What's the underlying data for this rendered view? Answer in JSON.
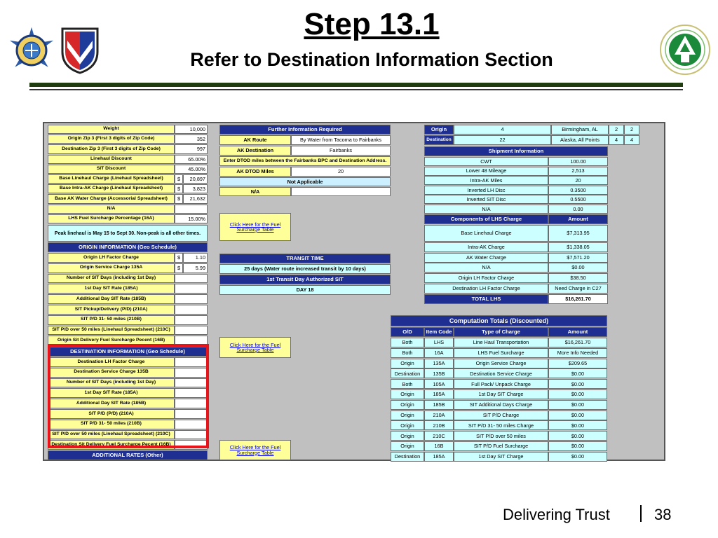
{
  "slide": {
    "title": "Step 13.1",
    "subtitle": "Refer to Destination Information Section",
    "footer_text": "Delivering Trust",
    "page_number": "38"
  },
  "colors": {
    "header_blue": "#1e2f91",
    "input_yellow": "#ffff99",
    "cyan": "#ccffff",
    "highlight_red": "#e8141c",
    "sheet_gray": "#c0c0c0"
  },
  "left": {
    "rows": [
      {
        "label": "Weight",
        "value": "10,000"
      },
      {
        "label": "Origin Zip 3 (First 3 digits of Zip Code)",
        "value": "352"
      },
      {
        "label": "Destination Zip 3 (First 3 digits of Zip Code)",
        "value": "997"
      },
      {
        "label": "Linehaul Discount",
        "value": "65.00%"
      },
      {
        "label": "SIT Discount",
        "value": "45.00%"
      },
      {
        "label": "Base Linehaul Charge (Linehaul Spreadsheet)",
        "dollar": "$",
        "value": "20,897"
      },
      {
        "label": "Base Intra-AK Charge (Linehaul Spreadsheet)",
        "dollar": "$",
        "value": "3,823"
      },
      {
        "label": "Base AK Water Charge (Accessorial Spreadsheet)",
        "dollar": "$",
        "value": "21,632"
      },
      {
        "label": "N/A",
        "value": ""
      },
      {
        "label": "LHS Fuel Surcharge Percentage (16A)",
        "value": "15.00%"
      }
    ],
    "peak_note": "Peak linehaul is May 15 to Sept 30. Non-peak is all other times.",
    "origin_header": "ORIGIN INFORMATION (Geo Schedule)",
    "origin_rows": [
      {
        "label": "Origin LH Factor Charge",
        "dollar": "$",
        "value": "1.10"
      },
      {
        "label": "Origin Service Charge 135A",
        "dollar": "$",
        "value": "5.99"
      },
      {
        "label": "Number of SIT Days (including 1st Day)",
        "value": ""
      },
      {
        "label": "1st Day SIT Rate (185A)",
        "value": ""
      },
      {
        "label": "Additional Day SIT Rate (185B)",
        "value": ""
      },
      {
        "label": "SIT Pickup/Delivery (P/D) (210A)",
        "value": ""
      },
      {
        "label": "SIT P/D 31- 50 miles (210B)",
        "value": ""
      },
      {
        "label": "SIT P/D over 50 miles (Linehaul Spreadsheet) (210C)",
        "value": ""
      },
      {
        "label": "Origin Sit Delivery Fuel Surcharge Pecent (16B)",
        "value": ""
      }
    ],
    "dest_header": "DESTINATION INFORMATION (Geo Schedule)",
    "dest_rows": [
      {
        "label": "Destination LH Factor Charge",
        "value": ""
      },
      {
        "label": "Destination Service Charge 135B",
        "value": ""
      },
      {
        "label": "Number of SIT Days (including 1st Day)",
        "value": ""
      },
      {
        "label": "1st Day SIT Rate (185A)",
        "value": ""
      },
      {
        "label": "Additional Day SIT Rate (185B)",
        "value": ""
      },
      {
        "label": "SIT P/D (P/D) (210A)",
        "value": ""
      },
      {
        "label": "SIT P/D 31- 50 miles (210B)",
        "value": ""
      },
      {
        "label": "SIT P/D over 50 miles (Linehaul Spreadsheet) (210C)",
        "value": ""
      },
      {
        "label": "Destination Sit Delivery Fuel Surcharge Pecent (16B)",
        "value": ""
      }
    ],
    "additional_header": "ADDITIONAL RATES (Other)"
  },
  "middle": {
    "further_header": "Further Information Required",
    "rows": [
      {
        "label": "AK Route",
        "value": "By Water from Tacoma to Fairbanks"
      },
      {
        "label": "AK Destination",
        "value": "Fairbanks"
      }
    ],
    "dtod_note": "Enter DTOD miles between the Fairbanks BPC and Destination Address.",
    "dtod_label": "AK DTOD Miles",
    "dtod_value": "20",
    "not_applicable": "Not Applicable",
    "na_label": "N/A",
    "fuel_link": "Click Here for the Fuel Surcharge Table",
    "transit_header": "TRANSIT TIME",
    "transit_value": "25 days (Water route increased transit by 10 days)",
    "sit_header": "1st Transit Day Authorized SIT",
    "sit_value": "DAY 18"
  },
  "right": {
    "origin": {
      "label": "Origin",
      "num": "4",
      "city": "Birmingham, AL",
      "a": "2",
      "b": "2"
    },
    "destination": {
      "label": "Destination",
      "num": "22",
      "city": "Alaska, All Points",
      "a": "4",
      "b": "4"
    },
    "shipment_header": "Shipment Information",
    "shipment_rows": [
      {
        "label": "CWT",
        "value": "100.00"
      },
      {
        "label": "Lower 48 Mileage",
        "value": "2,513"
      },
      {
        "label": "Intra-AK Miles",
        "value": "20"
      },
      {
        "label": "Inverted LH Disc",
        "value": "0.3500"
      },
      {
        "label": "Inverted SIT Disc",
        "value": "0.5500"
      },
      {
        "label": "N/A",
        "value": "0.00"
      }
    ],
    "components_header": "Components of LHS Charge",
    "amount_header": "Amount",
    "component_rows": [
      {
        "label": "Base Linehaul Charge",
        "value": "$7,313.95"
      },
      {
        "label": "Intra-AK Charge",
        "value": "$1,338.05"
      },
      {
        "label": "AK Water Charge",
        "value": "$7,571.20"
      },
      {
        "label": "N/A",
        "value": "$0.00"
      },
      {
        "label": "Origin LH Factor Charge",
        "value": "$38.50"
      },
      {
        "label": "Destination LH Factor Charge",
        "value": "Need Charge in C27"
      }
    ],
    "total_label": "TOTAL LHS",
    "total_value": "$16,261.70"
  },
  "computation": {
    "title": "Computation Totals (Discounted)",
    "headers": [
      "O/D",
      "Item Code",
      "Type of Charge",
      "Amount"
    ],
    "rows": [
      [
        "Both",
        "LHS",
        "Line Haul Transportation",
        "$16,261.70"
      ],
      [
        "Both",
        "16A",
        "LHS Fuel Surcharge",
        "More Info Needed"
      ],
      [
        "Origin",
        "135A",
        "Origin Service Charge",
        "$209.65"
      ],
      [
        "Destination",
        "135B",
        "Destination Service Charge",
        "$0.00"
      ],
      [
        "Both",
        "105A",
        "Full Pack/ Unpack Charge",
        "$0.00"
      ],
      [
        "Origin",
        "185A",
        "1st Day SIT Charge",
        "$0.00"
      ],
      [
        "Origin",
        "185B",
        "SIT Additional Days Charge",
        "$0.00"
      ],
      [
        "Origin",
        "210A",
        "SIT P/D Charge",
        "$0.00"
      ],
      [
        "Origin",
        "210B",
        "SIT P/D 31- 50 miles Charge",
        "$0.00"
      ],
      [
        "Origin",
        "210C",
        "SIT P/D over 50 miles",
        "$0.00"
      ],
      [
        "Origin",
        "16B",
        "SIT P/D Fuel Surcharge",
        "$0.00"
      ],
      [
        "Destination",
        "185A",
        "1st Day SIT Charge",
        "$0.00"
      ]
    ]
  }
}
